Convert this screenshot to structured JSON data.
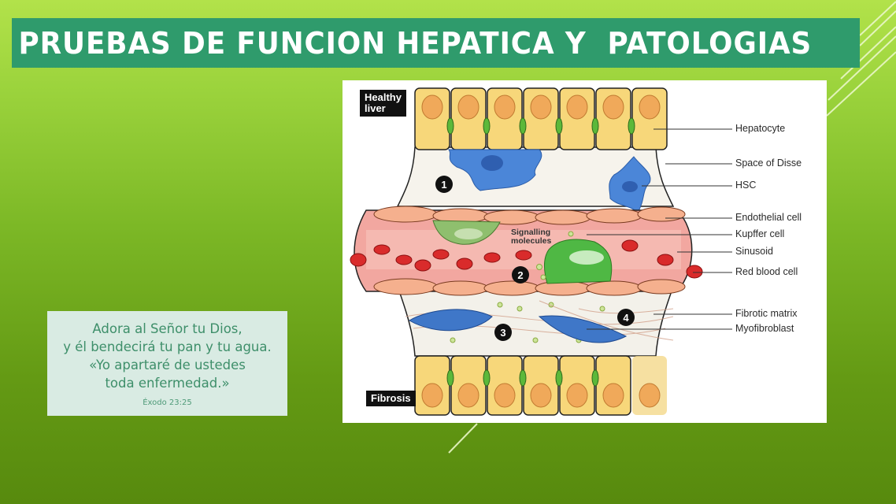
{
  "slide": {
    "title": "PRUEBAS DE FUNCION HEPATICA Y  PATOLOGIAS",
    "colors": {
      "background_top": "#b2e24a",
      "background_bottom": "#578a0e",
      "title_bar": "#2f9b6c",
      "title_text": "#ffffff",
      "quote_box": "#d9ebe3",
      "quote_text": "#3e8f6a"
    }
  },
  "quote": {
    "lines": [
      "Adora al Señor tu Dios,",
      "y él bendecirá tu pan y tu agua.",
      "«Yo apartaré de ustedes",
      "toda enfermedad.»"
    ],
    "reference": "Éxodo 23:25"
  },
  "diagram": {
    "stage_tags": {
      "healthy": "Healthy\nliver",
      "healthy_line1": "Healthy",
      "healthy_line2": "liver",
      "fibrosis": "Fibrosis"
    },
    "signalling_label_line1": "Signalling",
    "signalling_label_line2": "molecules",
    "step_markers": [
      "1",
      "2",
      "3",
      "4"
    ],
    "labels": [
      "Hepatocyte",
      "Space of Disse",
      "HSC",
      "Endothelial cell",
      "Kupffer cell",
      "Sinusoid",
      "Red blood cell",
      "Fibrotic matrix",
      "Myofibroblast"
    ]
  }
}
